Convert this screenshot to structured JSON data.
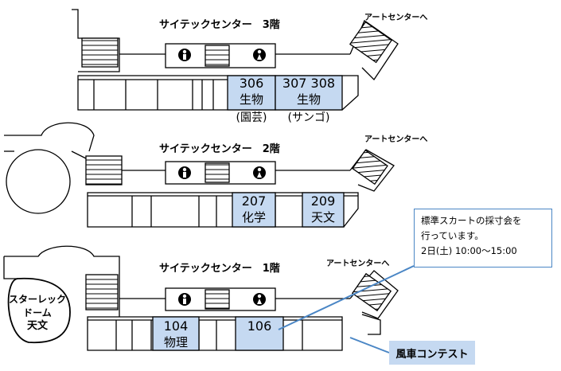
{
  "floors": {
    "f3": {
      "title": "サイテックセンター　3階",
      "to_art": "アートセンターへ",
      "rooms": [
        {
          "num": "306",
          "name": "生物",
          "sub": "(園芸)"
        },
        {
          "num": "307 308",
          "name": "生物",
          "sub": "(サンゴ)"
        }
      ]
    },
    "f2": {
      "title": "サイテックセンター　2階",
      "to_art": "アートセンターへ",
      "rooms": [
        {
          "num": "207",
          "name": "化学"
        },
        {
          "num": "209",
          "name": "天文"
        }
      ]
    },
    "f1": {
      "title": "サイテックセンター　1階",
      "to_art": "アートセンターへ",
      "rooms": [
        {
          "num": "104",
          "name": "物理"
        },
        {
          "num": "106",
          "name": ""
        }
      ],
      "dome": {
        "line1": "スターレック",
        "line2": "ドーム",
        "line3": "天文"
      }
    }
  },
  "callout": {
    "line1": "標準スカートの採寸会を",
    "line2": "行っています。",
    "line3": "2日(土) 10:00〜15:00"
  },
  "contest": {
    "label": "風車コンテスト"
  },
  "colors": {
    "room_highlight": "#c5d9f1",
    "callout_border": "#4a86c5"
  },
  "icons": [
    "stairs-icon",
    "restroom-male-icon",
    "restroom-female-icon"
  ]
}
